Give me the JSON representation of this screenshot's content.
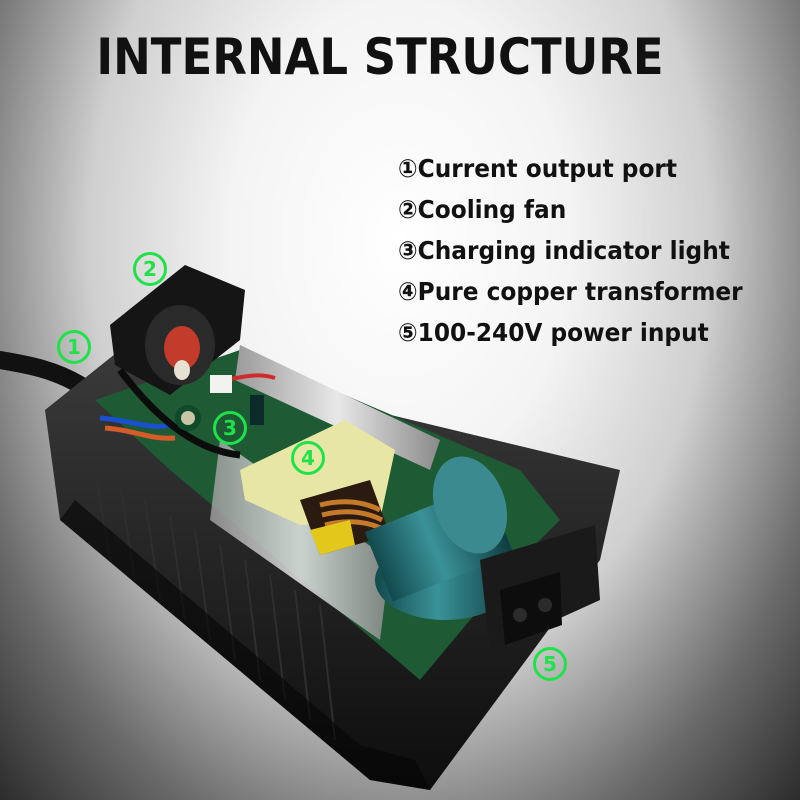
{
  "title": "INTERNAL STRUCTURE",
  "legend": [
    {
      "text": "①Current output port"
    },
    {
      "text": "②Cooling fan"
    },
    {
      "text": "③Charging indicator light"
    },
    {
      "text": "④Pure copper transformer"
    },
    {
      "text": "⑤100-240V power input"
    }
  ],
  "markers": [
    "1",
    "2",
    "3",
    "4",
    "5"
  ],
  "colors": {
    "marker": "#1fe24a",
    "housing": "#1c1c1c",
    "transformer": "#e8e8a8",
    "capacitor": "#1f6b70",
    "pcb": "#1e6b3a"
  }
}
